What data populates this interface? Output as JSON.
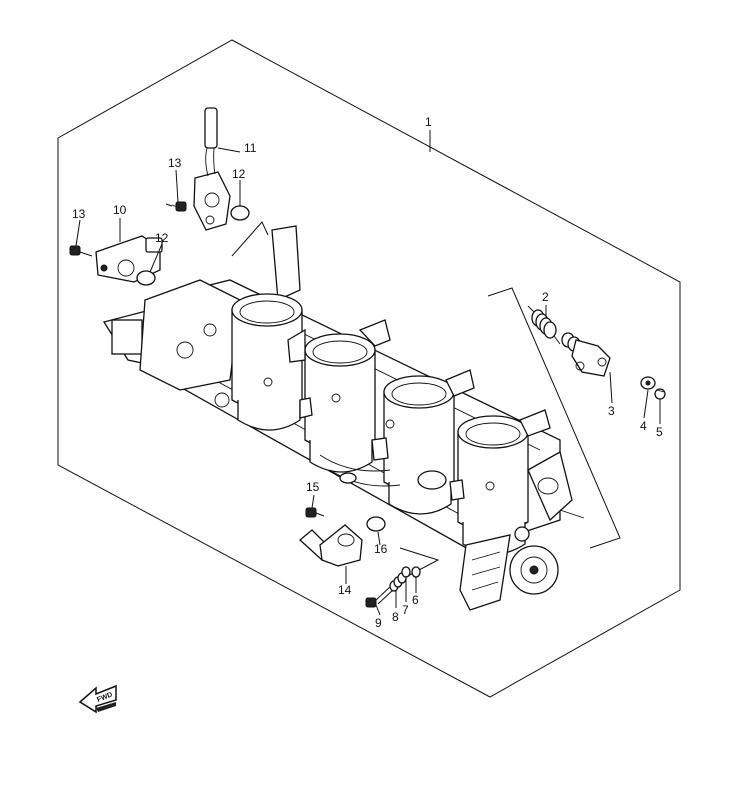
{
  "callouts": [
    {
      "id": "1",
      "text": "1"
    },
    {
      "id": "2",
      "text": "2"
    },
    {
      "id": "3",
      "text": "3"
    },
    {
      "id": "4",
      "text": "4"
    },
    {
      "id": "5",
      "text": "5"
    },
    {
      "id": "6",
      "text": "6"
    },
    {
      "id": "7",
      "text": "7"
    },
    {
      "id": "8",
      "text": "8"
    },
    {
      "id": "9",
      "text": "9"
    },
    {
      "id": "10",
      "text": "10"
    },
    {
      "id": "11",
      "text": "11"
    },
    {
      "id": "12a",
      "text": "12"
    },
    {
      "id": "12b",
      "text": "12"
    },
    {
      "id": "13a",
      "text": "13"
    },
    {
      "id": "13b",
      "text": "13"
    },
    {
      "id": "14",
      "text": "14"
    },
    {
      "id": "15",
      "text": "15"
    },
    {
      "id": "16",
      "text": "16"
    }
  ],
  "fwd_label": "FWD"
}
